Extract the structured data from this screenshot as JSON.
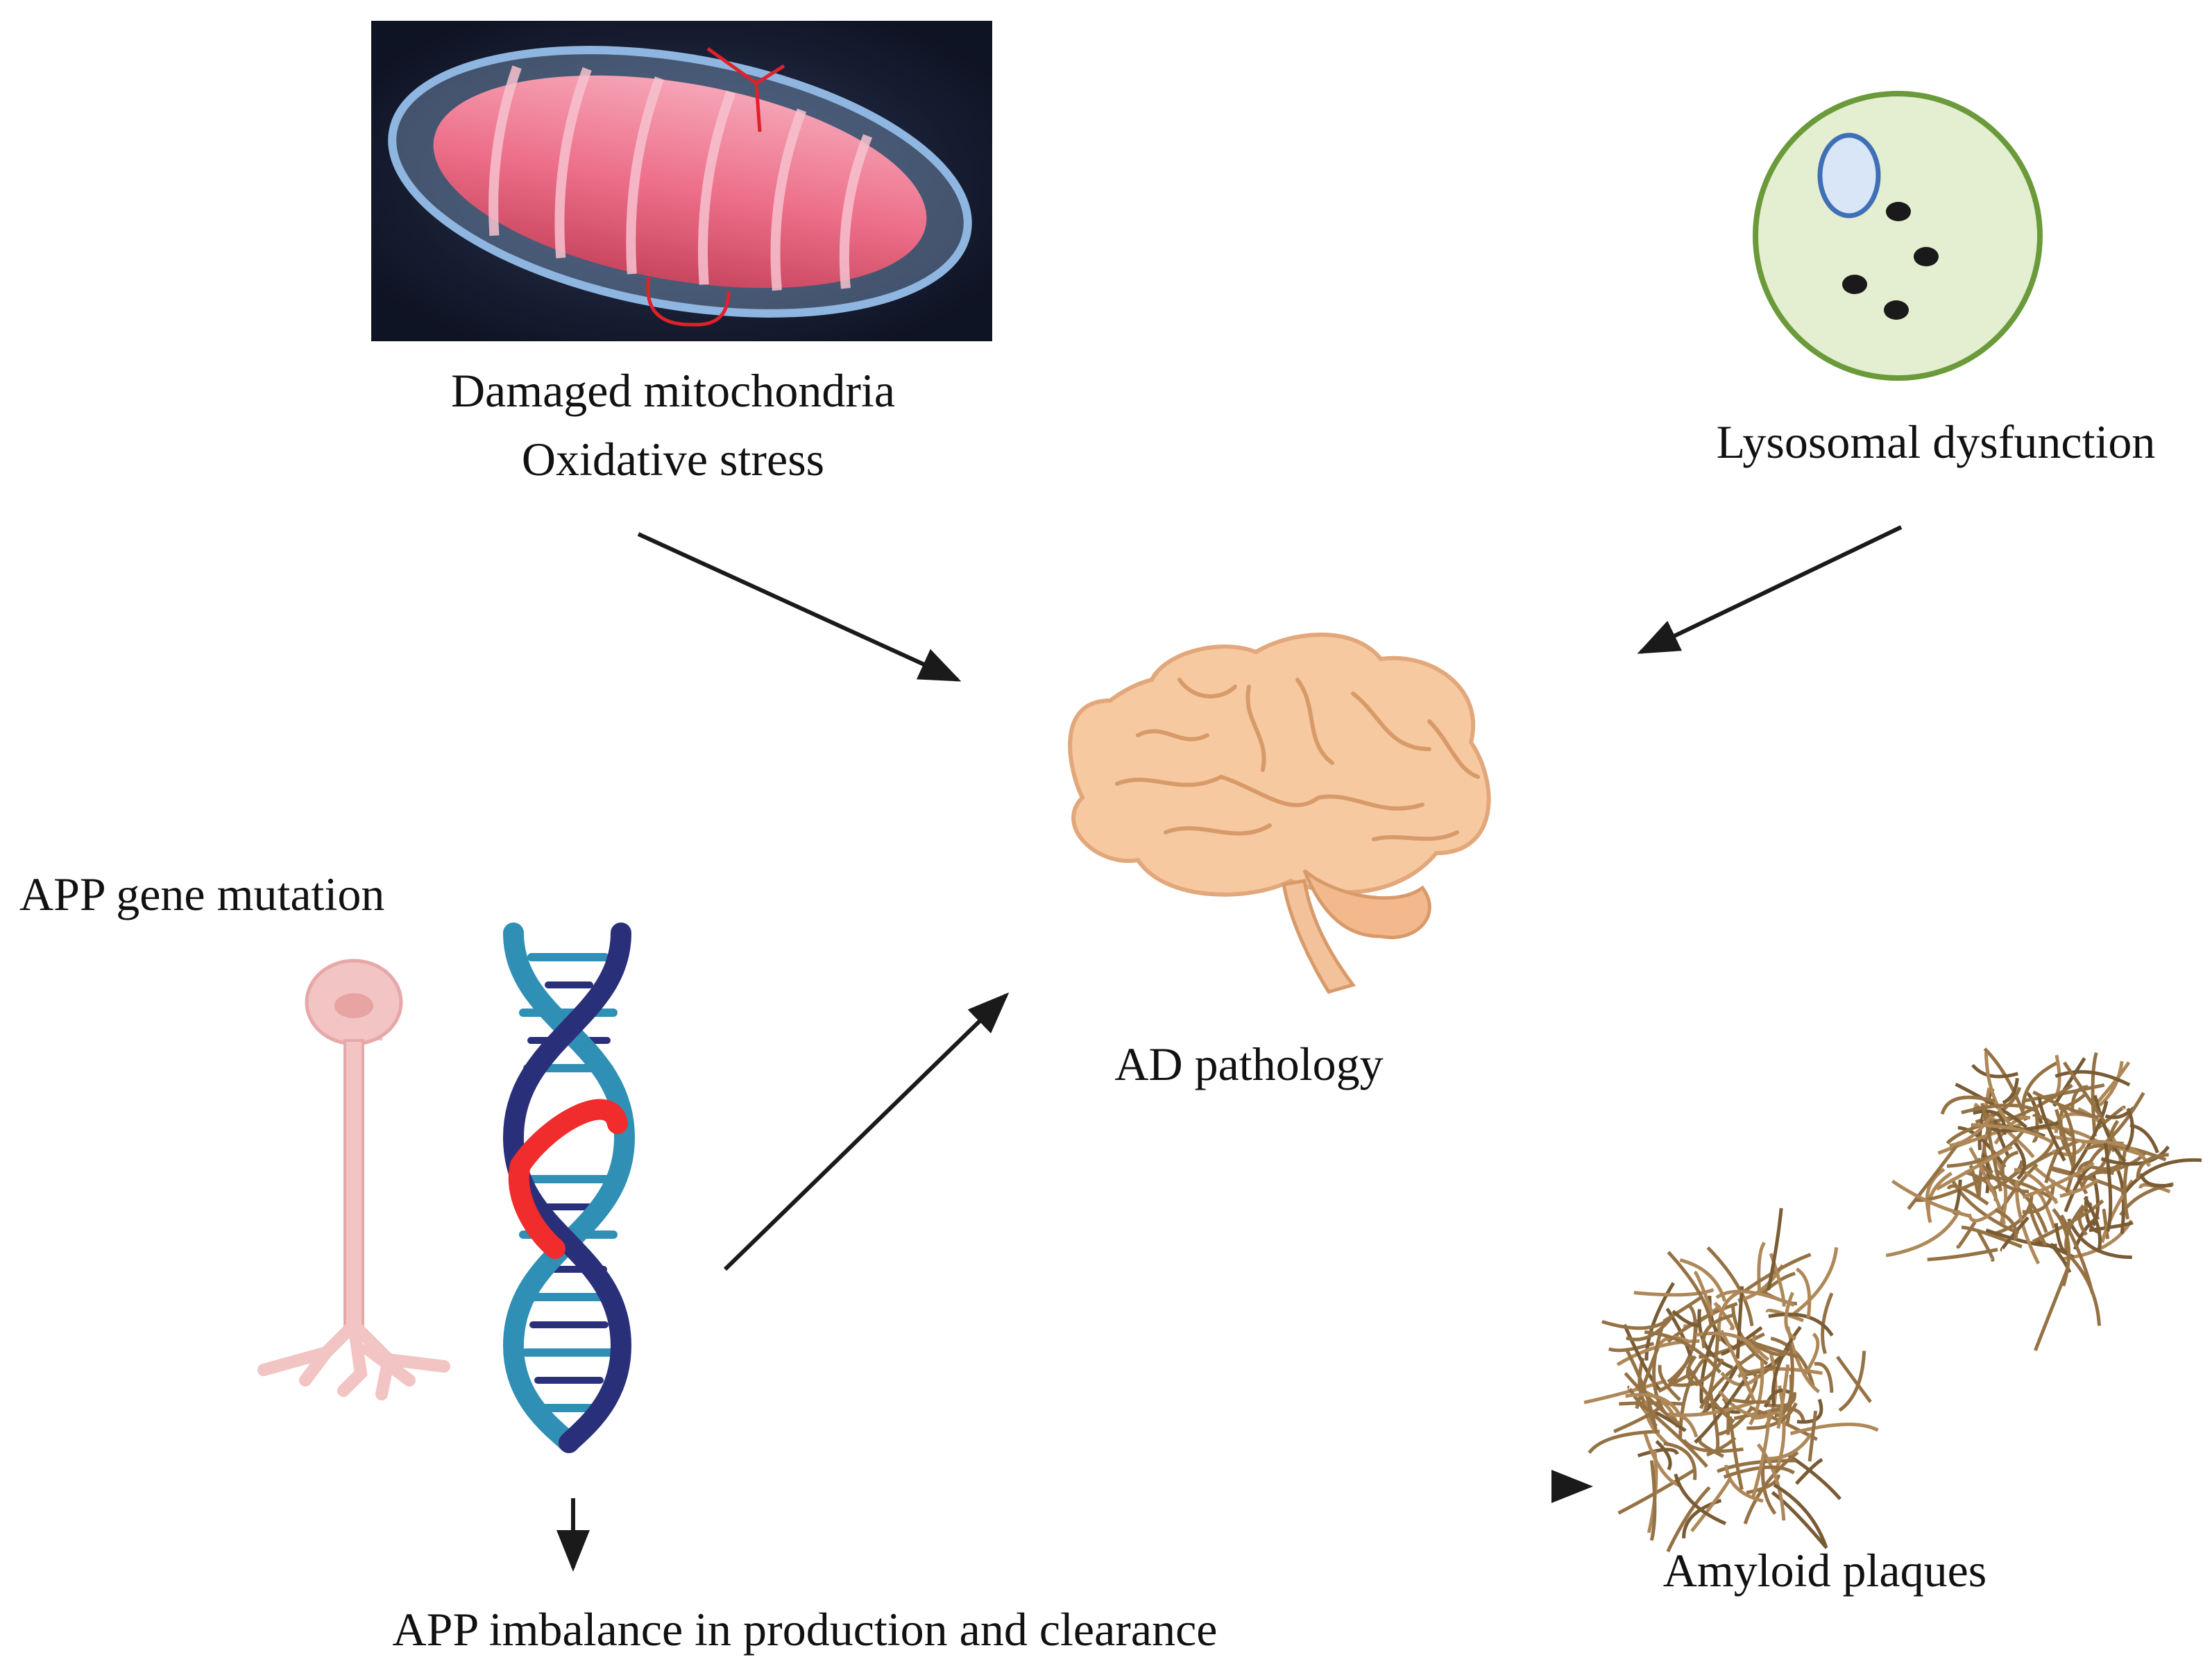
{
  "mitochondria": {
    "line1": "Damaged mitochondria",
    "line2": "Oxidative stress",
    "icon": "mitochondrion-image"
  },
  "lysosome": {
    "label": "Lysosomal dysfunction",
    "icon": "lysosome-icon"
  },
  "center": {
    "label": "AD pathology",
    "icon": "brain-icon"
  },
  "gene": {
    "label": "APP gene mutation",
    "icons": [
      "neuron-icon",
      "dna-helix-icon"
    ]
  },
  "imbalance": {
    "label": "APP imbalance in production and clearance"
  },
  "plaques": {
    "label": "Amyloid plaques",
    "icon": "amyloid-plaque-icon"
  },
  "colors": {
    "arrow": "#1a1a1a",
    "mito_bg": "#141a2e",
    "mito_membrane": "#7fa7d6",
    "mito_matrix": "#ef6f8a",
    "lysosome_fill": "#e3efd0",
    "lysosome_stroke": "#6b9a3a",
    "brain": "#f6c9a0",
    "brain_line": "#d99a6a",
    "dna_dark": "#2a2f7a",
    "dna_light": "#2f8fb5",
    "dna_mutation": "#f02c2c",
    "neuron": "#f2c4c4",
    "plaque": "#7a5526"
  }
}
